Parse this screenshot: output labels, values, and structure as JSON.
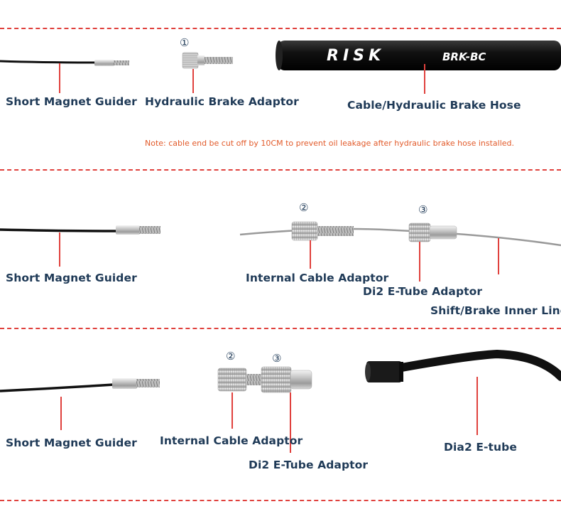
{
  "colors": {
    "divider": "#e0413d",
    "leader": "#e0413d",
    "label": "#1f3a57",
    "note": "#e25a2a"
  },
  "section1": {
    "guider_label": "Short Magnet Guider",
    "adaptor_number": "①",
    "adaptor_label": "Hydraulic Brake Adaptor",
    "hose_label": "Cable/Hydraulic Brake Hose",
    "hose_brand": "RISK",
    "hose_model": "BRK-BC",
    "note": "Note: cable end be cut off by 10CM to prevent oil leakage after hydraulic brake hose installed."
  },
  "section2": {
    "guider_label": "Short Magnet Guider",
    "internal_number": "②",
    "internal_label": "Internal Cable Adaptor",
    "etube_number": "③",
    "etube_label": "Di2 E-Tube Adaptor",
    "inner_line_label": "Shift/Brake Inner Line"
  },
  "section3": {
    "guider_label": "Short Magnet Guider",
    "internal_number": "②",
    "internal_label": "Internal Cable Adaptor",
    "etube_number": "③",
    "etube_label": "Di2 E-Tube Adaptor",
    "dia2_label": "Dia2 E-tube"
  }
}
